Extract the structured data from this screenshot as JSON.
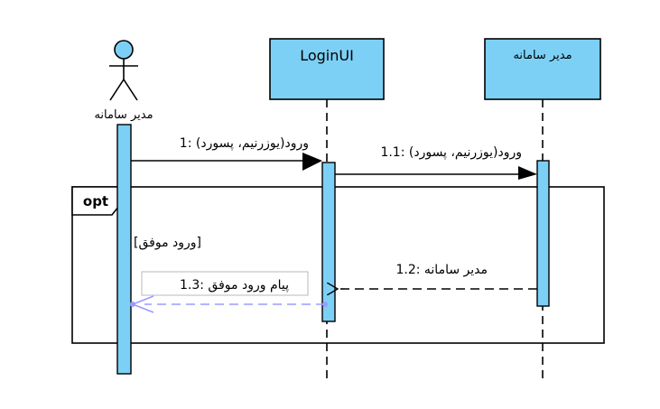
{
  "diagram": {
    "actor": {
      "label": "مدیر سامانه"
    },
    "lifelines": [
      {
        "title": "LoginUI"
      },
      {
        "title": "مدیر سامانه"
      }
    ],
    "messages": [
      {
        "label": "1: ورود(یوزرنیم، پسورد)"
      },
      {
        "label": "1.1: ورود(یوزرنیم، پسورد)"
      },
      {
        "label": "1.2: مدیر سامانه"
      },
      {
        "label": "1.3: پیام ورود موفق"
      }
    ],
    "fragment": {
      "operator": "opt",
      "guard": "[ورود موفق]"
    },
    "colors": {
      "box_fill": "#7dd0f5",
      "activation_fill": "#7dd0f5",
      "return_line": "#9b9bff"
    }
  }
}
